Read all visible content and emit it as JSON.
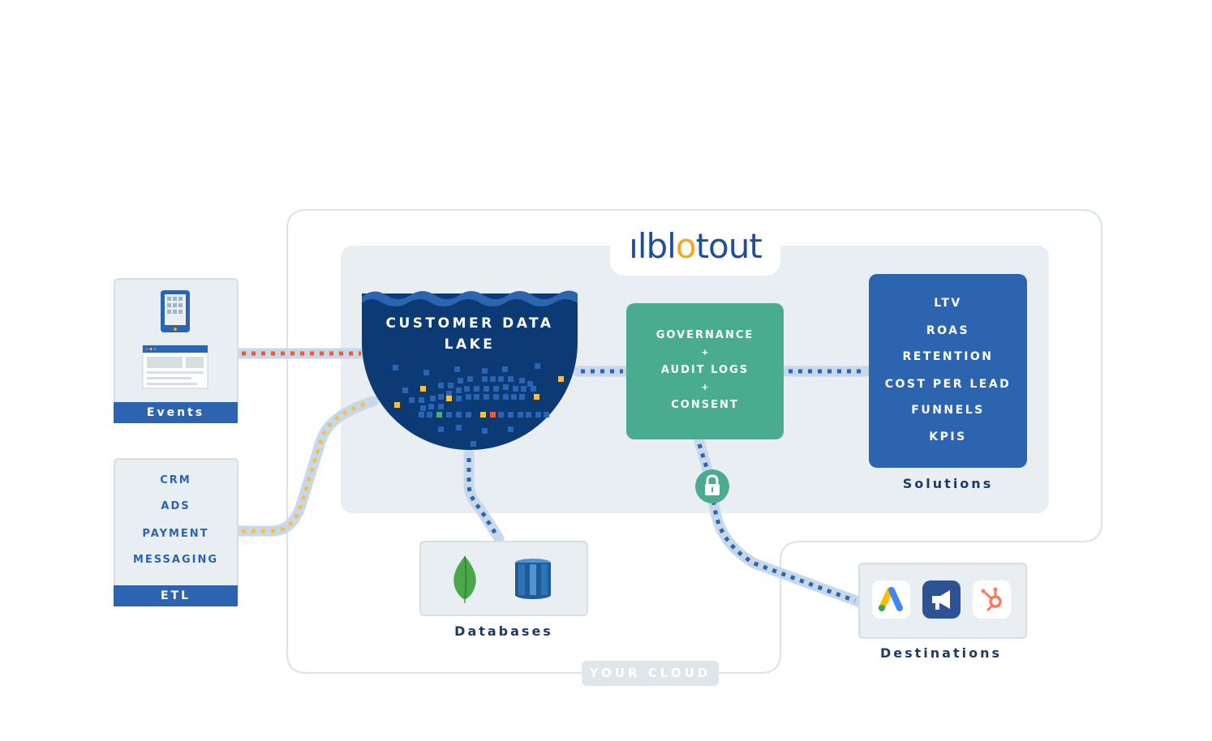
{
  "logo": {
    "prefix": "ıl",
    "part1": "bl",
    "o": "o",
    "part2": "tout"
  },
  "events": {
    "label": "Events"
  },
  "etl": {
    "items": [
      "CRM",
      "ADS",
      "PAYMENT",
      "MESSAGING"
    ],
    "label": "ETL"
  },
  "lake": {
    "line1": "CUSTOMER DATA",
    "line2": "LAKE"
  },
  "governance": {
    "line1": "GOVERNANCE",
    "plus1": "+",
    "line2": "AUDIT LOGS",
    "plus2": "+",
    "line3": "CONSENT"
  },
  "solutions": {
    "items": [
      "LTV",
      "ROAS",
      "RETENTION",
      "COST PER LEAD",
      "FUNNELS",
      "KPIS"
    ],
    "label": "Solutions"
  },
  "databases": {
    "label": "Databases"
  },
  "destinations": {
    "label": "Destinations"
  },
  "cloud": {
    "label": "YOUR CLOUD"
  },
  "icons": [
    "tablet-icon",
    "webpage-icon",
    "lock-icon",
    "mongodb-icon",
    "aws-redshift-icon",
    "google-ads-icon",
    "campaign-megaphone-icon",
    "hubspot-icon"
  ],
  "colors": {
    "primary_blue": "#2c64b0",
    "lake_navy": "#0c3a75",
    "governance_green": "#4aac8f",
    "accent_orange": "#f2a81d",
    "path_light_blue": "#c7d8ea",
    "events_dot_red": "#ea5a3c",
    "etl_dot_yellow": "#f5c04a"
  }
}
